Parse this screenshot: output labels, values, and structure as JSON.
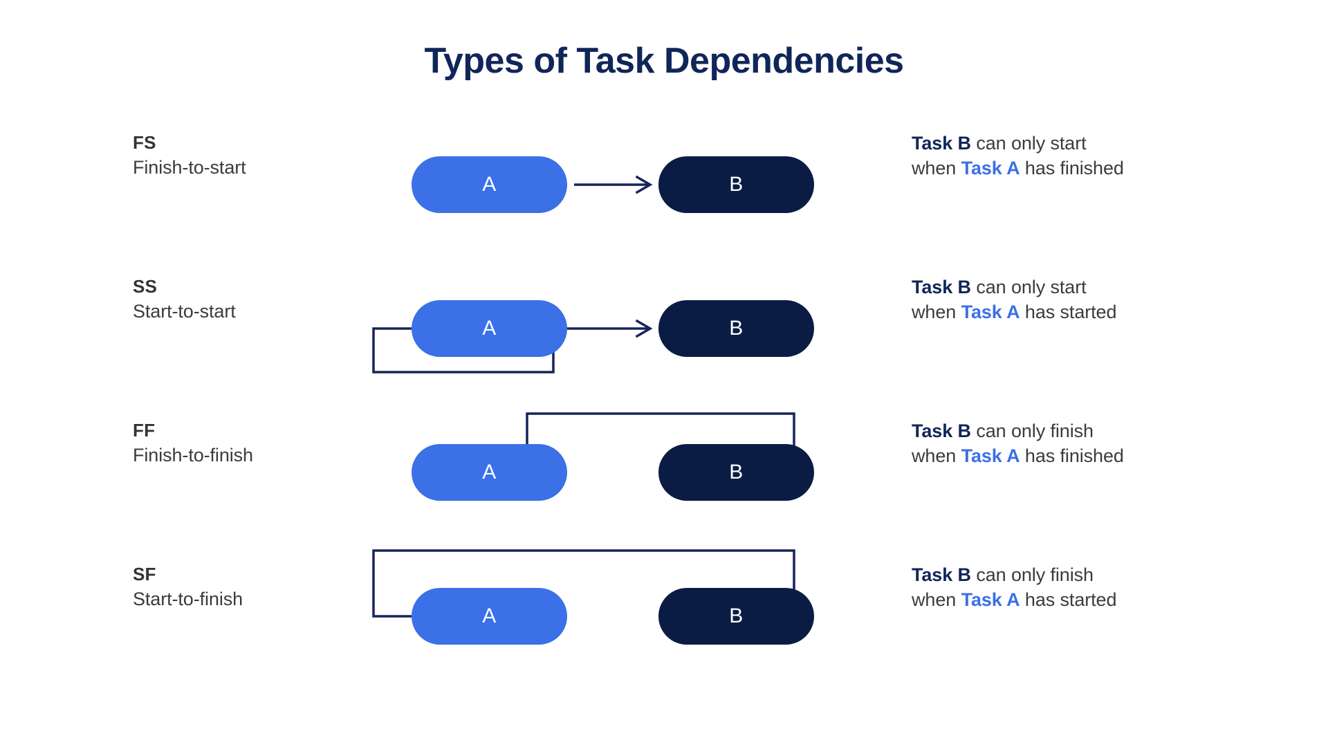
{
  "title": "Types of Task Dependencies",
  "colors": {
    "title_navy": "#102559",
    "task_a_blue": "#3b70e6",
    "task_b_navy": "#0b1c44",
    "body_text": "#3b3b3b",
    "connector": "#17245a",
    "background": "#ffffff"
  },
  "node_labels": {
    "a": "A",
    "b": "B"
  },
  "rows": [
    {
      "abbr": "FS",
      "name": "Finish-to-start",
      "connector": "straight-arrow-right",
      "desc": {
        "l1_bold": "Task B",
        "l1_rest": " can only start",
        "l2_pre": "when ",
        "l2_bold": "Task A",
        "l2_rest": " has finished"
      }
    },
    {
      "abbr": "SS",
      "name": "Start-to-start",
      "connector": "start-to-start-loop",
      "desc": {
        "l1_bold": "Task B",
        "l1_rest": " can only start",
        "l2_pre": "when ",
        "l2_bold": "Task A",
        "l2_rest": " has started"
      }
    },
    {
      "abbr": "FF",
      "name": "Finish-to-finish",
      "connector": "finish-to-finish-loop",
      "desc": {
        "l1_bold": "Task B",
        "l1_rest": " can only finish",
        "l2_pre": "when ",
        "l2_bold": "Task A",
        "l2_rest": " has finished"
      }
    },
    {
      "abbr": "SF",
      "name": "Start-to-finish",
      "connector": "start-to-finish-loop",
      "desc": {
        "l1_bold": "Task B",
        "l1_rest": " can only finish",
        "l2_pre": "when ",
        "l2_bold": "Task A",
        "l2_rest": " has started"
      }
    }
  ]
}
